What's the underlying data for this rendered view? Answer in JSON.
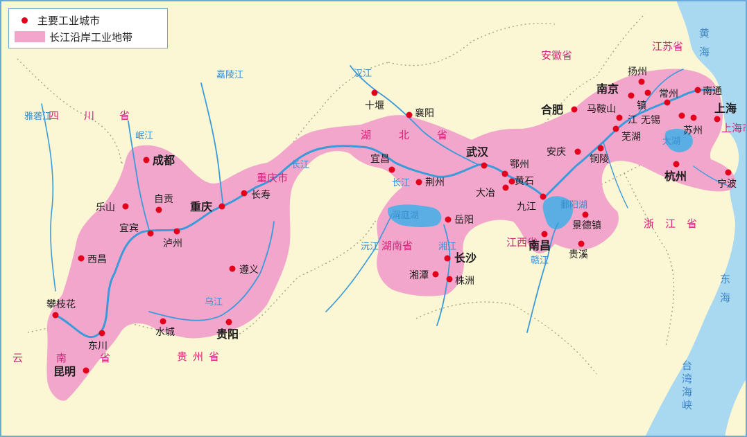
{
  "legend": {
    "city_label": "主要工业城市",
    "belt_label": "长江沿岸工业地带"
  },
  "colors": {
    "land": "#fbf6d4",
    "belt": "#f3a6cc",
    "water": "#3b9ad9",
    "sea": "#a9d8f1",
    "city": "#e3001b",
    "province_text": "#d4237a"
  },
  "provinces": {
    "sichuan": "四川省",
    "yunnan": "云南省",
    "guizhou": "贵州省",
    "chongqing": "重庆市",
    "hubei": "湖北省",
    "hunan": "湖南省",
    "jiangxi": "江西省",
    "anhui": "安徽省",
    "jiangsu": "江苏省",
    "zhejiang": "浙江省",
    "shanghai": "上海市"
  },
  "water": {
    "yalong": "雅砻江",
    "min": "岷江",
    "jialing": "嘉陵江",
    "han": "汉江",
    "yangtze_upper": "长江",
    "yangtze_mid": "长江",
    "wu": "乌江",
    "yuan": "沅江",
    "xiang": "湘江",
    "gan": "赣江",
    "dongting": "洞庭湖",
    "poyang": "鄱阳湖",
    "tai": "太湖",
    "huanghai": "黄海",
    "donghai": "东海",
    "taiwan_strait": "台湾海峡"
  },
  "cities": {
    "chengdu": "成都",
    "leshan": "乐山",
    "zigong": "自贡",
    "yibin": "宜宾",
    "luzhou": "泸州",
    "chongqing": "重庆",
    "changshou": "长寿",
    "xichang": "西昌",
    "zunyi": "遵义",
    "panzhihua": "攀枝花",
    "dongchuan": "东川",
    "shuicheng": "水城",
    "guiyang": "贵阳",
    "kunming": "昆明",
    "shiyan": "十堰",
    "xiangyang": "襄阳",
    "yichang": "宜昌",
    "jingzhou": "荆州",
    "wuhan": "武汉",
    "ezhou": "鄂州",
    "huangshi": "黄石",
    "daye": "大冶",
    "yueyang": "岳阳",
    "changsha": "长沙",
    "xiangtan": "湘潭",
    "zhuzhou": "株洲",
    "jiujiang": "九江",
    "nanchang": "南昌",
    "jingdezhen": "景德镇",
    "guixi": "贵溪",
    "anqing": "安庆",
    "tongling": "铜陵",
    "wuhu": "芜湖",
    "maanshan": "马鞍山",
    "hefei": "合肥",
    "nanjing": "南京",
    "yangzhou": "扬州",
    "zhenjiang": "镇",
    "jiang": "江",
    "changzhou": "常州",
    "wuxi": "无锡",
    "suzhou": "苏州",
    "nantong": "南通",
    "shanghai": "上海",
    "hangzhou": "杭州",
    "ningbo": "宁波"
  }
}
